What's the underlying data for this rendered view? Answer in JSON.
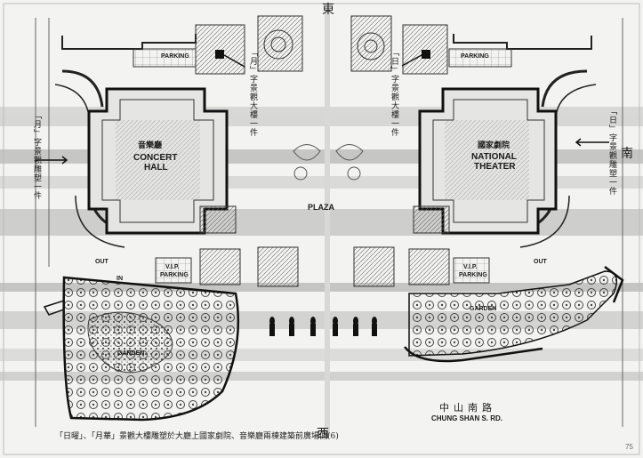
{
  "compass": {
    "north_char": "東",
    "south_char": "西",
    "east_char": "南"
  },
  "buildings": {
    "concert_hall": {
      "zh": "音樂廳",
      "en_line1": "CONCERT",
      "en_line2": "HALL"
    },
    "national_theater": {
      "zh": "國家劇院",
      "en_line1": "NATIONAL",
      "en_line2": "THEATER"
    }
  },
  "labels": {
    "plaza": "PLAZA",
    "parking_left": "PARKING",
    "parking_right": "PARKING",
    "vip_parking_left_1": "V.I.P.",
    "vip_parking_left_2": "PARKING",
    "vip_parking_right_1": "V.I.P.",
    "vip_parking_right_2": "PARKING",
    "out_left": "OUT",
    "in_left": "IN",
    "out_right": "OUT",
    "garden_left": "GARDEN",
    "garden_right": "GARDEN",
    "road_en": "CHUNG SHAN S. RD.",
    "road_zh": "中山南路"
  },
  "annotations": {
    "left_upper_vertical": "「月」字景觀大樓一件",
    "right_upper_vertical": "「日」字景觀大樓一件",
    "left_side_vertical": "「月」字景觀雕塑一件",
    "right_side_vertical": "「日」字景觀雕塑一件",
    "bottom_caption": "「日曜」、「月華」景觀大樓雕塑於大廳上國家劇院、音樂廳兩棟建築前廣場側(6)",
    "page_number": "75"
  }
}
